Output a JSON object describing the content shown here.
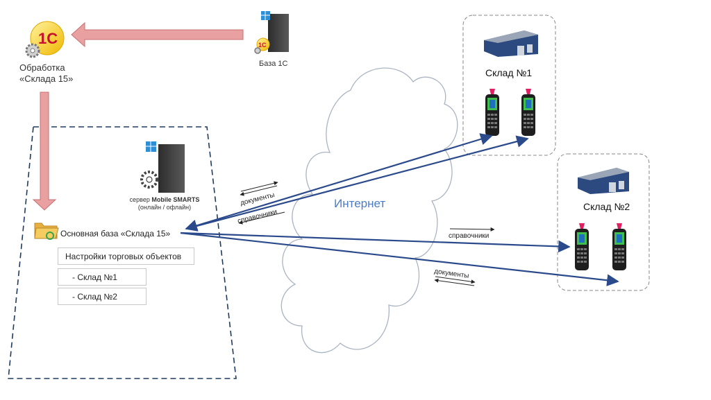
{
  "nodes": {
    "processing": {
      "line1": "Обработка",
      "line2": "«Склада 15»"
    },
    "db1c": {
      "label": "База 1С"
    },
    "server": {
      "line1_prefix": "сервер ",
      "line1_bold": "Mobile SMARTS",
      "line2": "(онлайн / офлайн)"
    },
    "main_base": {
      "label": "Основная база «Склада 15»"
    },
    "settings": {
      "title": "Настройки торговых объектов",
      "items": [
        "-   Склад №1",
        "-   Склад №2"
      ]
    },
    "internet": {
      "label": "Интернет"
    },
    "warehouse1": {
      "label": "Склад №1"
    },
    "warehouse2": {
      "label": "Склад №2"
    }
  },
  "edges": {
    "documents1": "документы",
    "directories1": "справочники",
    "directories2": "справочники",
    "documents2": "документы"
  },
  "colors": {
    "arrow_pink": "#e8a0a0",
    "arrow_pink_stroke": "#c87070",
    "arrow_blue": "#2b4a8c",
    "dashed": "#1f3a5f",
    "cloud_stroke": "#aab4c2",
    "internet_text": "#4a7bc8"
  }
}
